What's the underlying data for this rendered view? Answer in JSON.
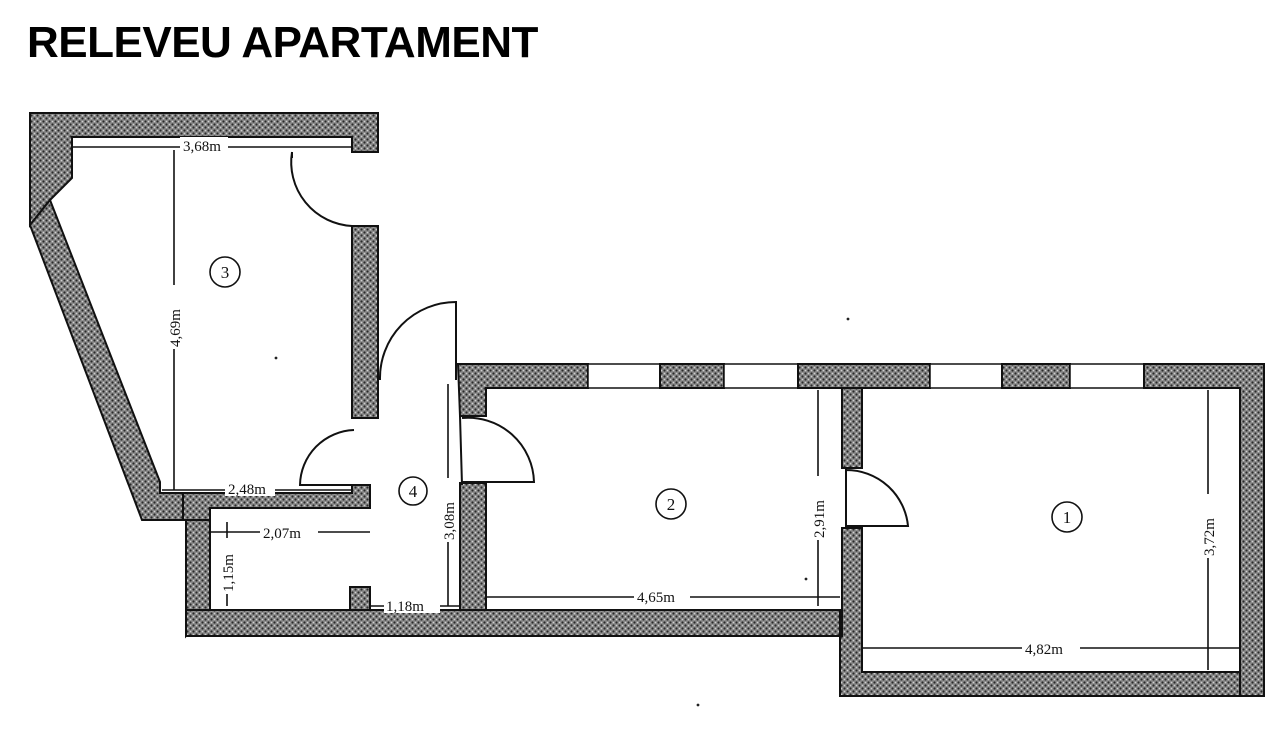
{
  "title": "RELEVEU APARTAMENT",
  "rooms": [
    {
      "label": "1"
    },
    {
      "label": "2"
    },
    {
      "label": "3"
    },
    {
      "label": "4"
    }
  ],
  "dimensions": {
    "room3_width": "3,68m",
    "room3_height": "4,69m",
    "room3_bottom": "2,48m",
    "storage_width": "2,07m",
    "storage_height": "1,15m",
    "hall_width": "1,18m",
    "hall_height": "3,08m",
    "room2_width": "4,65m",
    "room2_height": "2,91m",
    "room1_width": "4,82m",
    "room1_height": "3,72m"
  }
}
